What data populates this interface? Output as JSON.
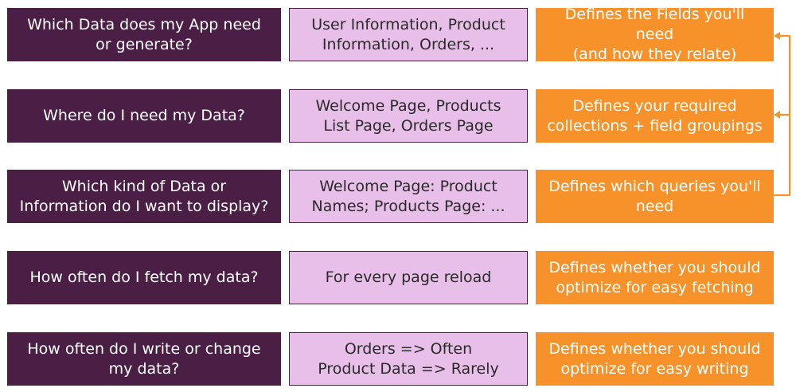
{
  "colors": {
    "question_bg": "#4a1e45",
    "example_bg": "#e8bfe8",
    "definition_bg": "#f7922b",
    "connector": "#f7922b"
  },
  "rows": [
    {
      "question": "Which Data does my App need\nor generate?",
      "example": "User Information, Product\nInformation, Orders, ...",
      "definition": "Defines the Fields you'll need\n(and how they relate)"
    },
    {
      "question": "Where do I need my Data?",
      "example": "Welcome Page, Products\nList Page, Orders Page",
      "definition": "Defines your required\ncollections + field groupings"
    },
    {
      "question": "Which kind of Data or\nInformation do I want to display?",
      "example": "Welcome Page: Product\nNames; Products Page: ...",
      "definition": "Defines which queries you'll\nneed"
    },
    {
      "question": "How often do I fetch my data?",
      "example": "For every page reload",
      "definition": "Defines whether you should\noptimize for easy fetching"
    },
    {
      "question": "How often do I write or change\nmy data?",
      "example": "Orders => Often\nProduct Data => Rarely",
      "definition": "Defines whether you should\noptimize for easy writing"
    }
  ]
}
